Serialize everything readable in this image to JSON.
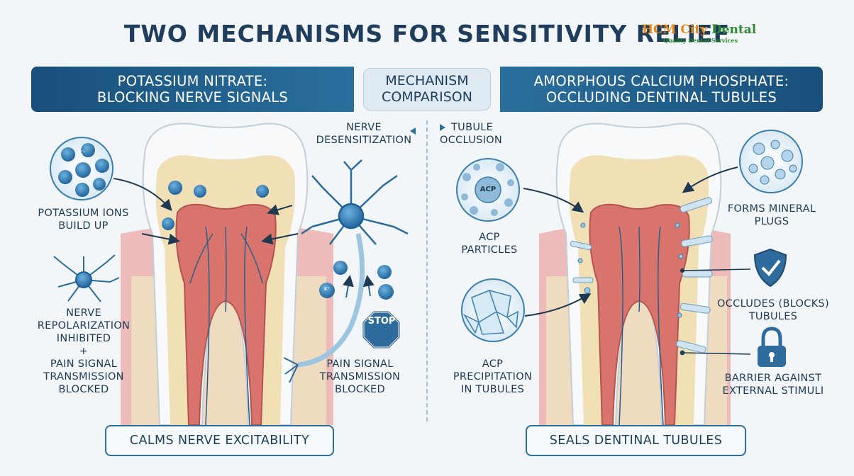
{
  "title": "TWO MECHANISMS FOR SENSITIVITY RELIEF",
  "brand": {
    "name_a": "HCM City",
    "name_b": " Dental",
    "tagline": "Quality Dental Services"
  },
  "banners": {
    "left": [
      "POTASSIUM NITRATE:",
      "BLOCKING NERVE SIGNALS"
    ],
    "middle": [
      "MECHANISM",
      "COMPARISON"
    ],
    "right": [
      "AMORPHOUS CALCIUM PHOSPHATE:",
      "OCCLUDING DENTINAL TUBULES"
    ]
  },
  "left_panel": {
    "ion_symbol": "K⁺",
    "potassium_label": [
      "POTASSIUM IONS",
      "BUILD UP"
    ],
    "nerve_label": [
      "NERVE",
      "REPOLARIZATION",
      "INHIBITED",
      "+",
      "PAIN SIGNAL",
      "TRANSMISSION",
      "BLOCKED"
    ],
    "desensitization": [
      "NERVE",
      "DESENSITIZATION"
    ],
    "pain_signal": [
      "PAIN SIGNAL",
      "TRANSMISSION",
      "BLOCKED"
    ],
    "stop": "STOP",
    "summary": "CALMS NERVE EXCITABILITY"
  },
  "right_panel": {
    "tubule_occlusion": [
      "TUBULE",
      "OCCLUSION"
    ],
    "acp_badge": "ACP",
    "acp_particles": [
      "ACP",
      "PARTICLES"
    ],
    "acp_precip": [
      "ACP",
      "PRECIPITATION",
      "IN TUBULES"
    ],
    "mineral": [
      "FORMS MINERAL",
      "PLUGS"
    ],
    "occludes": [
      "OCCLUDES (BLOCKS)",
      "TUBULES"
    ],
    "barrier": [
      "BARRIER AGAINST",
      "EXTERNAL STIMULI"
    ],
    "summary": "SEALS DENTINAL TUBULES"
  },
  "colors": {
    "primary": "#184f7a",
    "accent": "#2a6f9d",
    "pulp": "#d9746c",
    "dentin": "#f1dfb6",
    "enamel": "#f7f9fb",
    "gum": "#e9a2a0"
  }
}
